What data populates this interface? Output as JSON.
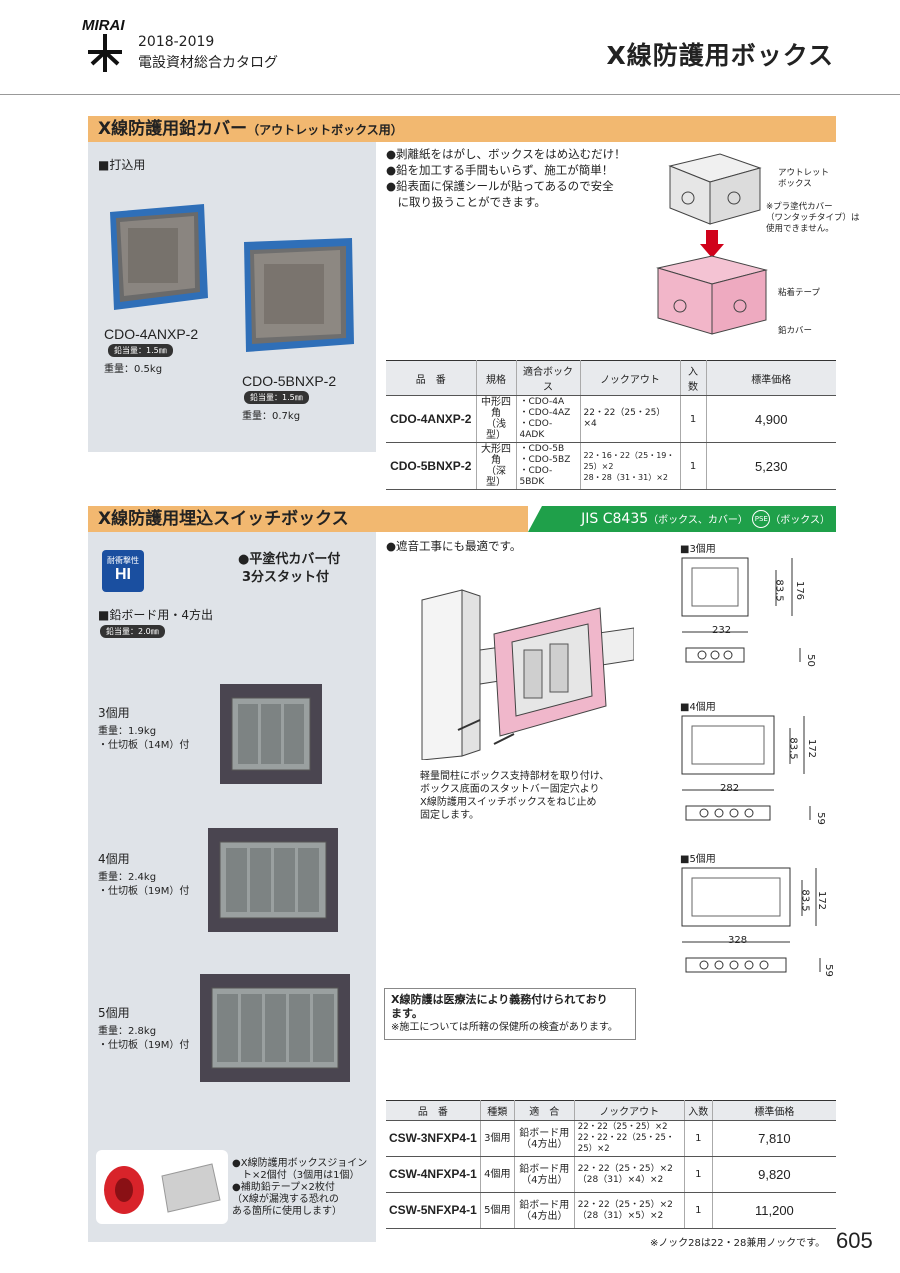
{
  "header": {
    "logo": "MIRAI",
    "year": "2018-2019",
    "catalog": "電設資材総合カタログ",
    "page_title": "X線防護用ボックス"
  },
  "section1": {
    "title": "X線防護用鉛カバー",
    "title_sub": "（アウトレットボックス用）",
    "sub_head": "■打込用",
    "products": [
      {
        "model": "CDO-4ANXP-2",
        "lead": "鉛当量：1.5㎜",
        "weight": "重量：0.5kg"
      },
      {
        "model": "CDO-5BNXP-2",
        "lead": "鉛当量：1.5㎜",
        "weight": "重量：0.7kg"
      }
    ],
    "bullets": [
      "●剥離紙をはがし、ボックスをはめ込むだけ！",
      "●鉛を加工する手間もいらず、施工が簡単！",
      "●鉛表面に保護シールが貼ってあるので安全",
      "　に取り扱うことができます。"
    ],
    "diagram_labels": {
      "outlet": "アウトレット",
      "outlet2": "ボックス",
      "note1": "※プラ塗代カバー",
      "note2": "（ワンタッチタイプ）は",
      "note3": "使用できません。",
      "tape": "粘着テープ",
      "cover": "鉛カバー"
    },
    "table": {
      "headers": [
        "品　番",
        "規格",
        "適合ボックス",
        "ノックアウト",
        "入数",
        "標準価格"
      ],
      "rows": [
        {
          "code": "CDO-4ANXP-2",
          "spec1": "中形四角",
          "spec2": "（浅型）",
          "box1": "・CDO-4A",
          "box2": "・CDO-4AZ",
          "box3": "・CDO-4ADK",
          "ko1": "22・22（25・25）×4",
          "ko2": "",
          "qty": "1",
          "price": "4,900"
        },
        {
          "code": "CDO-5BNXP-2",
          "spec1": "大形四角",
          "spec2": "（深型）",
          "box1": "・CDO-5B",
          "box2": "・CDO-5BZ",
          "box3": "・CDO-5BDK",
          "ko1": "22・16・22（25・19・25）×2",
          "ko2": "28・28（31・31）×2",
          "qty": "1",
          "price": "5,230"
        }
      ]
    }
  },
  "section2": {
    "title": "X線防護用埋込スイッチボックス",
    "jis": "JIS C8435",
    "jis_sub1": "（ボックス、カバー）",
    "jis_sub2": "（ボックス）",
    "pse": "PSE",
    "hi_top": "耐衝撃性",
    "hi": "HI",
    "feature1": "●平塗代カバー付",
    "feature2": "3分スタット付",
    "sub_head": "■鉛ボード用・4方出",
    "lead": "鉛当量：2.0㎜",
    "products": [
      {
        "name": "3個用",
        "weight": "重量：1.9kg",
        "extra": "・仕切板（14M）付"
      },
      {
        "name": "4個用",
        "weight": "重量：2.4kg",
        "extra": "・仕切板（19M）付"
      },
      {
        "name": "5個用",
        "weight": "重量：2.8kg",
        "extra": "・仕切板（19M）付"
      }
    ],
    "bullet": "●遮音工事にも最適です。",
    "install_caption": [
      "軽量間柱にボックス支持部材を取り付け、",
      "ボックス底面のスタットバー固定穴より",
      "X線防護用スイッチボックスをねじ止め",
      "固定します。"
    ],
    "dims": [
      {
        "label": "■3個用",
        "width": "232",
        "h1": "83.5",
        "h2": "176",
        "depth": "50"
      },
      {
        "label": "■4個用",
        "width": "282",
        "h1": "83.5",
        "h2": "172",
        "depth": "59"
      },
      {
        "label": "■5個用",
        "width": "328",
        "h1": "83.5",
        "h2": "172",
        "depth": "59"
      }
    ],
    "warning_bold1": "X線防護は医療法により義務付けられており",
    "warning_bold2": "ます。",
    "warning_note": "※施工については所轄の保健所の検査があります。",
    "accessory": [
      "●X線防護用ボックスジョイン",
      "　ト×2個付（3個用は1個）",
      "●補助鉛テープ×2枚付",
      "（X線が漏洩する恐れの",
      "ある箇所に使用します）"
    ],
    "table": {
      "headers": [
        "品　番",
        "種類",
        "適　合",
        "ノックアウト",
        "入数",
        "標準価格"
      ],
      "rows": [
        {
          "code": "CSW-3NFXP4-1",
          "kind": "3個用",
          "fit1": "鉛ボード用",
          "fit2": "（4方出）",
          "ko1": "22・22（25・25）×2",
          "ko2": "22・22・22（25・25・25）×2",
          "qty": "1",
          "price": "7,810"
        },
        {
          "code": "CSW-4NFXP4-1",
          "kind": "4個用",
          "fit1": "鉛ボード用",
          "fit2": "（4方出）",
          "ko1": "22・22（25・25）×2",
          "ko2": "（28（31）×4）×2",
          "qty": "1",
          "price": "9,820"
        },
        {
          "code": "CSW-5NFXP4-1",
          "kind": "5個用",
          "fit1": "鉛ボード用",
          "fit2": "（4方出）",
          "ko1": "22・22（25・25）×2",
          "ko2": "（28（31）×5）×2",
          "qty": "1",
          "price": "11,200"
        }
      ]
    }
  },
  "footer": {
    "note": "※ノック28は22・28兼用ノックです。",
    "page": "605"
  }
}
